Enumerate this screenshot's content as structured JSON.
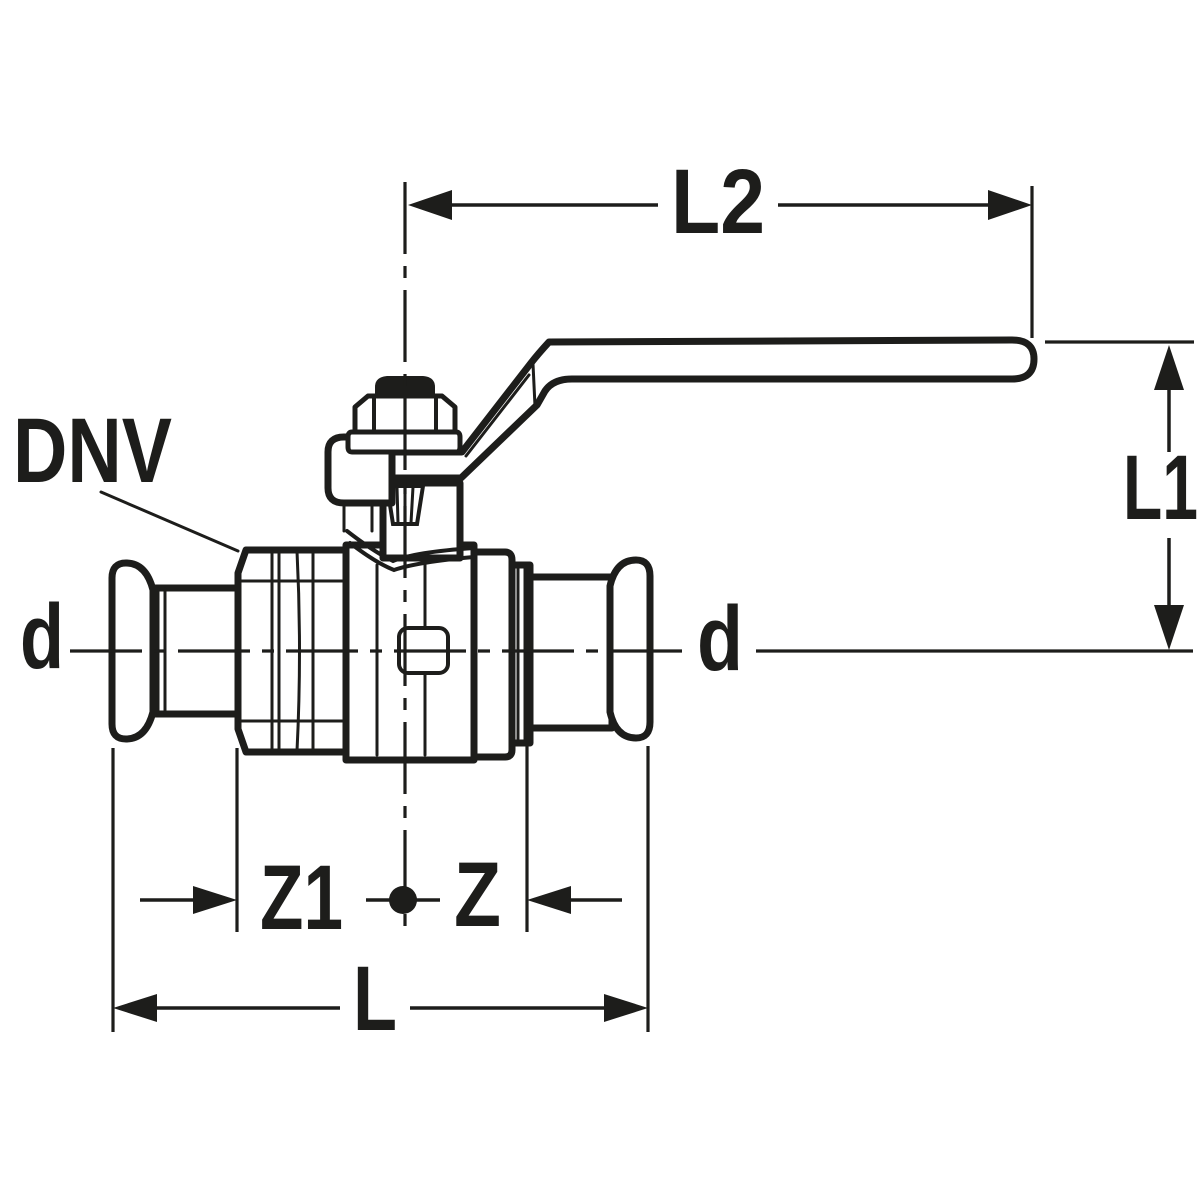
{
  "page": {
    "background": "#ffffff",
    "line_color": "#1d1d1b"
  },
  "labels": {
    "dnv": "DNV",
    "dim_top": "L2",
    "dim_right": "L1",
    "dia_left": "d",
    "dia_right": "d",
    "dim_z1": "Z1",
    "dim_z": "Z",
    "dim_l": "L"
  }
}
